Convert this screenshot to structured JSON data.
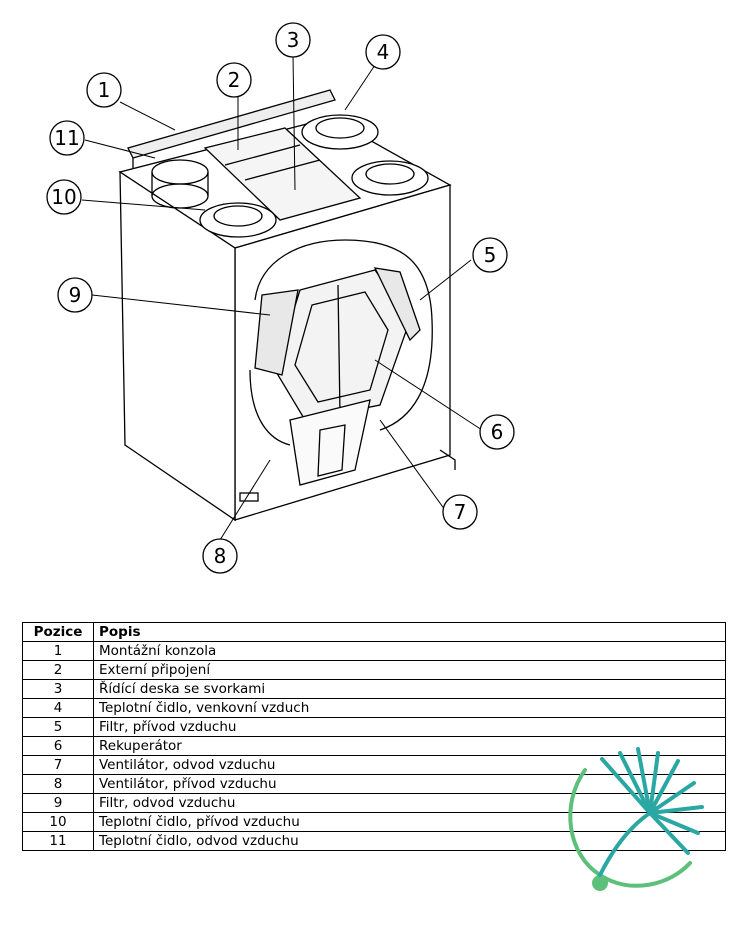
{
  "diagram": {
    "callouts": [
      "1",
      "2",
      "3",
      "4",
      "5",
      "6",
      "7",
      "8",
      "9",
      "10",
      "11"
    ]
  },
  "table": {
    "headers": {
      "position": "Pozice",
      "description": "Popis"
    },
    "rows": [
      {
        "pos": "1",
        "desc": "Montážní konzola"
      },
      {
        "pos": "2",
        "desc": "Externí připojení"
      },
      {
        "pos": "3",
        "desc": "Řídící deska se svorkami"
      },
      {
        "pos": "4",
        "desc": "Teplotní čidlo, venkovní vzduch"
      },
      {
        "pos": "5",
        "desc": "Filtr, přívod vzduchu"
      },
      {
        "pos": "6",
        "desc": "Rekuperátor"
      },
      {
        "pos": "7",
        "desc": "Ventilátor, odvod vzduchu"
      },
      {
        "pos": "8",
        "desc": "Ventilátor, přívod vzduchu"
      },
      {
        "pos": "9",
        "desc": "Filtr, odvod vzduchu"
      },
      {
        "pos": "10",
        "desc": "Teplotní čidlo, přívod vzduchu"
      },
      {
        "pos": "11",
        "desc": "Teplotní čidlo, odvod vzduchu"
      }
    ]
  },
  "logo": {
    "icon": "stylized-plant-logo-icon",
    "colors": [
      "#2aa7a3",
      "#5cc07a"
    ]
  }
}
